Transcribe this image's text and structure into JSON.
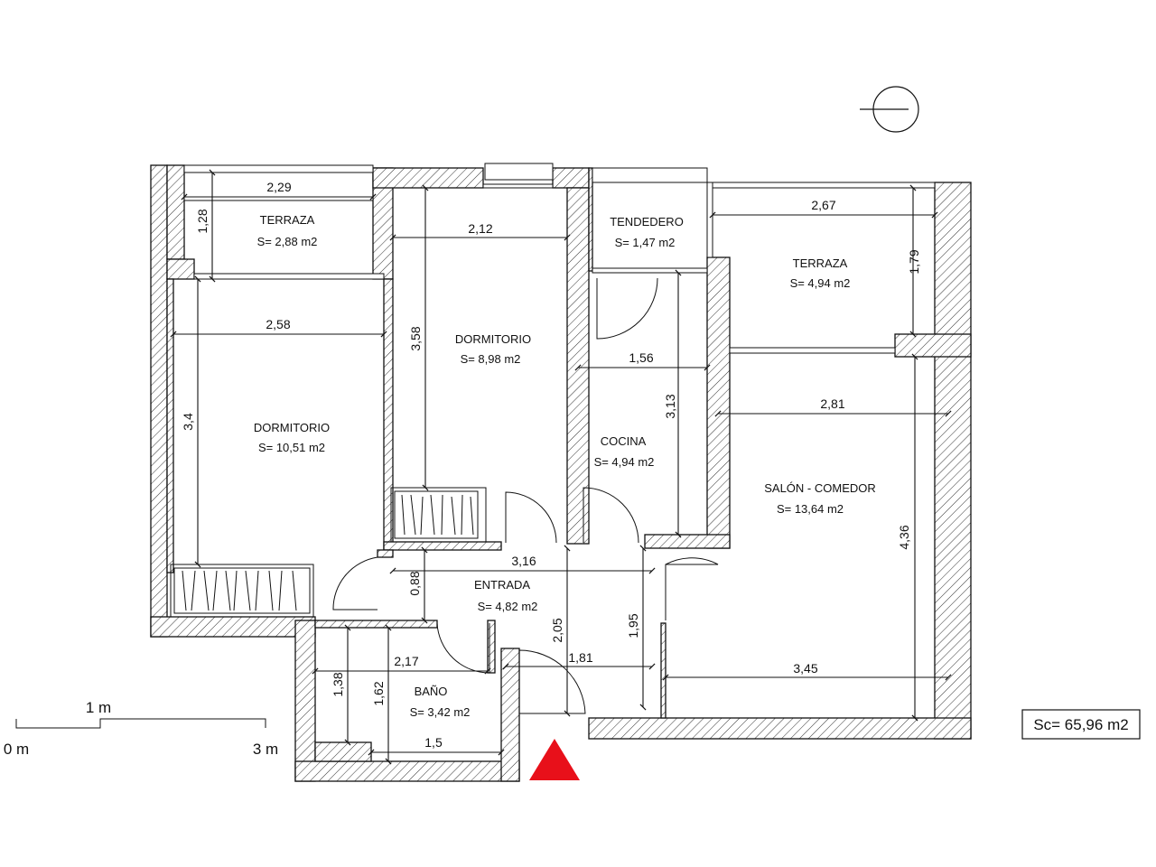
{
  "rooms": {
    "terraza_left": {
      "name": "TERRAZA",
      "area": "S= 2,88 m2"
    },
    "dormitorio_left": {
      "name": "DORMITORIO",
      "area": "S= 10,51 m2"
    },
    "dormitorio_center": {
      "name": "DORMITORIO",
      "area": "S= 8,98 m2"
    },
    "tendedero": {
      "name": "TENDEDERO",
      "area": "S= 1,47 m2"
    },
    "terraza_right": {
      "name": "TERRAZA",
      "area": "S= 4,94 m2"
    },
    "cocina": {
      "name": "COCINA",
      "area": "S= 4,94 m2"
    },
    "salon": {
      "name": "SALÓN - COMEDOR",
      "area": "S= 13,64 m2"
    },
    "entrada": {
      "name": "ENTRADA",
      "area": "S= 4,82 m2"
    },
    "bano": {
      "name": "BAÑO",
      "area": "S= 3,42 m2"
    }
  },
  "dimensions": {
    "terraza_left_width": "2,29",
    "terraza_left_depth": "1,28",
    "dorm_center_width": "2,12",
    "dorm_center_depth": "3,58",
    "dorm_left_width": "2,58",
    "dorm_left_depth": "3,4",
    "terraza_right_width": "2,67",
    "terraza_right_depth": "1,79",
    "cocina_width": "1,56",
    "cocina_depth": "3,13",
    "salon_width_top": "2,81",
    "salon_width_bottom": "3,45",
    "salon_depth": "4,36",
    "entrada_width": "3,16",
    "entrada_depth_left": "0,88",
    "entrada_depth_center": "2,05",
    "entrada_depth_right": "1,95",
    "hall_width": "1,81",
    "bano_width_top": "2,17",
    "bano_width_bottom": "1,5",
    "bano_depth_left": "1,38",
    "bano_depth_right": "1,62"
  },
  "scale_bar": {
    "label_top": "1 m",
    "label_start": "0 m",
    "label_end": "3 m"
  },
  "total_surface": "Sc= 65,96 m2",
  "entrance_marker_color": "#e8101a",
  "icons": {
    "north_symbol": "north-arrow-icon",
    "entrance": "entrance-triangle-icon"
  }
}
